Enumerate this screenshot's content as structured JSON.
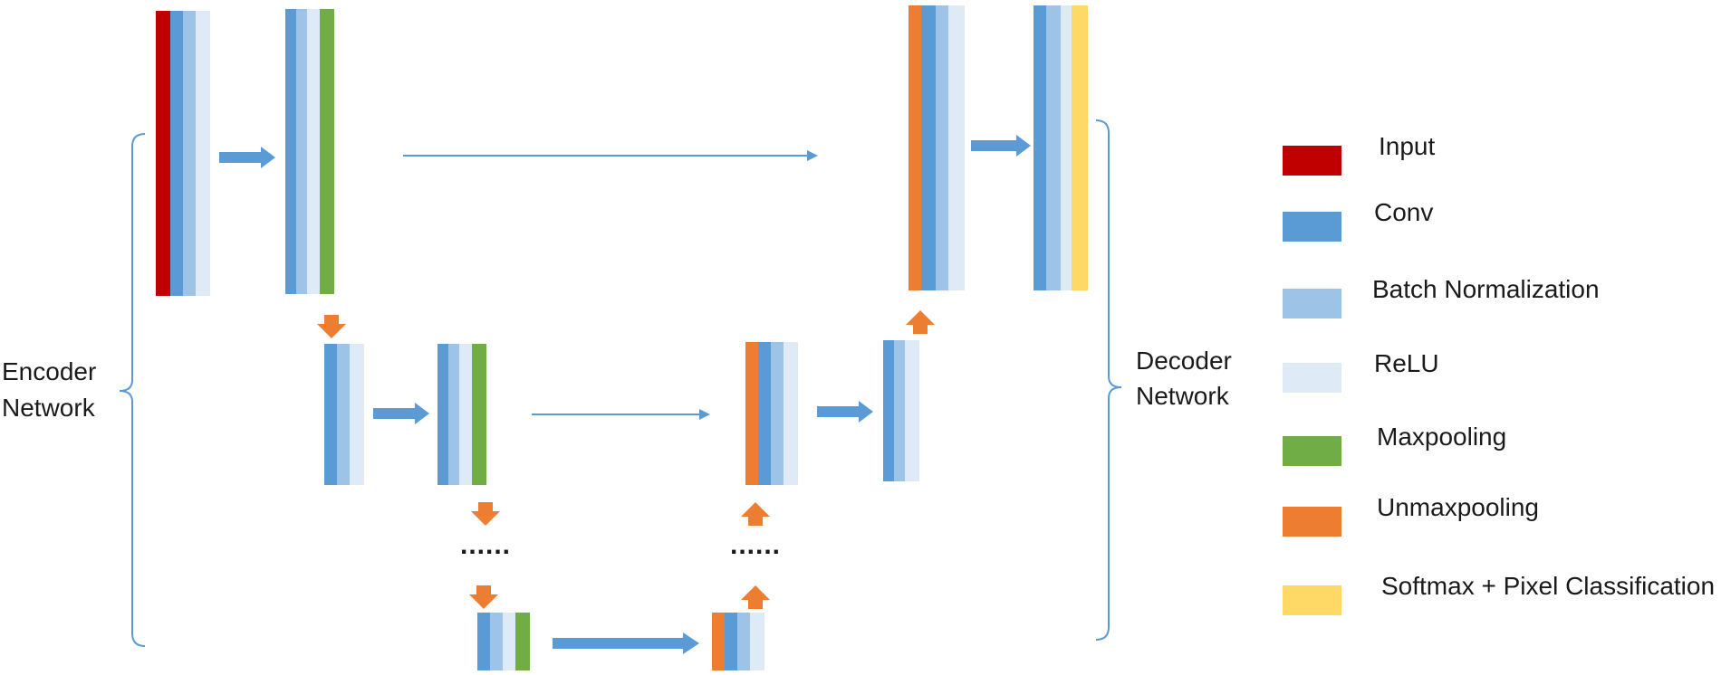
{
  "labels": {
    "encoder_line1": "Encoder",
    "encoder_line2": "Network",
    "decoder_line1": "Decoder",
    "decoder_line2": "Network",
    "ellipsis": "......"
  },
  "legend": [
    {
      "key": "input",
      "label": "Input",
      "color": "#c00000"
    },
    {
      "key": "conv",
      "label": "Conv",
      "color": "#5b9bd5"
    },
    {
      "key": "bn",
      "label": "Batch Normalization",
      "color": "#9dc3e6"
    },
    {
      "key": "relu",
      "label": "ReLU",
      "color": "#deebf7"
    },
    {
      "key": "maxpool",
      "label": "Maxpooling",
      "color": "#70ad47"
    },
    {
      "key": "unmaxpool",
      "label": "Unmaxpooling",
      "color": "#ed7d31"
    },
    {
      "key": "softmax",
      "label": "Softmax + Pixel Classification",
      "color": "#ffd966"
    }
  ],
  "colors": {
    "arrow_blue": "#5b9bd5",
    "arrow_orange": "#ed7d31",
    "bracket": "#5b9bd5"
  },
  "blocks": [
    {
      "name": "encoder-block-1a",
      "layers": [
        "input",
        "conv",
        "bn",
        "relu"
      ]
    },
    {
      "name": "encoder-block-1b",
      "layers": [
        "conv",
        "bn",
        "relu",
        "maxpool"
      ]
    },
    {
      "name": "encoder-block-2a",
      "layers": [
        "conv",
        "bn",
        "relu"
      ]
    },
    {
      "name": "encoder-block-2b",
      "layers": [
        "conv",
        "bn",
        "relu",
        "maxpool"
      ]
    },
    {
      "name": "encoder-block-3",
      "layers": [
        "conv",
        "bn",
        "relu",
        "maxpool"
      ]
    },
    {
      "name": "decoder-block-3",
      "layers": [
        "unmaxpool",
        "conv",
        "bn",
        "relu"
      ]
    },
    {
      "name": "decoder-block-2a",
      "layers": [
        "unmaxpool",
        "conv",
        "bn",
        "relu"
      ]
    },
    {
      "name": "decoder-block-2b",
      "layers": [
        "conv",
        "bn",
        "relu"
      ]
    },
    {
      "name": "decoder-block-1a",
      "layers": [
        "unmaxpool",
        "conv",
        "bn",
        "relu"
      ]
    },
    {
      "name": "decoder-block-1b",
      "layers": [
        "conv",
        "bn",
        "relu",
        "softmax"
      ]
    }
  ]
}
